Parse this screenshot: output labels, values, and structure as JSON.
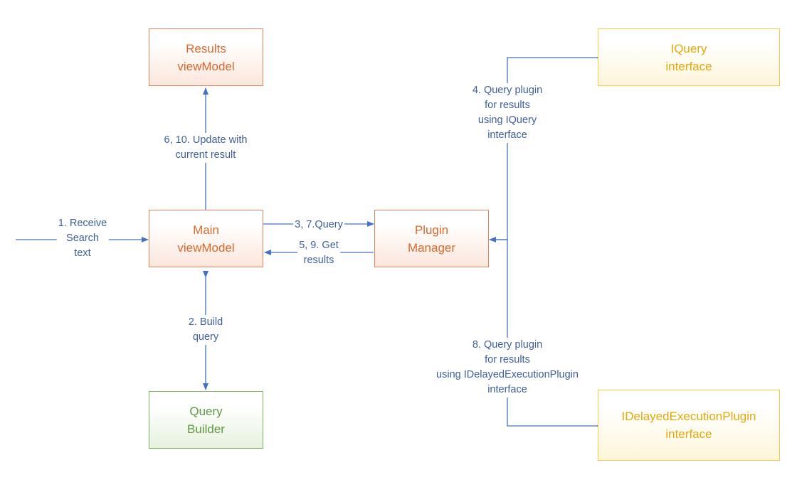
{
  "colors": {
    "connector": "#4472c4",
    "label_text": "#3d5f9e",
    "orange_box": "#e2845a",
    "yellow_box": "#f3c94b",
    "green_box": "#7bb05f"
  },
  "nodes": {
    "results_viewmodel": [
      "Results",
      "viewModel"
    ],
    "main_viewmodel": [
      "Main",
      "viewModel"
    ],
    "plugin_manager": [
      "Plugin",
      "Manager"
    ],
    "query_builder": [
      "Query",
      "Builder"
    ],
    "iquery_interface": [
      "IQuery",
      "interface"
    ],
    "idelayed_interface": [
      "IDelayedExecutionPlugin",
      "interface"
    ]
  },
  "labels": {
    "receive_search": [
      "1. Receive",
      "Search",
      "text"
    ],
    "update_result": [
      "6, 10. Update with",
      "current result"
    ],
    "build_query": [
      "2. Build",
      "query"
    ],
    "query": [
      "3, 7.Query"
    ],
    "get_results": [
      "5, 9. Get",
      "results"
    ],
    "query_iquery": [
      "4. Query plugin",
      "for results",
      "using IQuery",
      "interface"
    ],
    "query_idelayed": [
      "8. Query plugin",
      "for results",
      "using IDelayedExecutionPlugin",
      "interface"
    ]
  }
}
